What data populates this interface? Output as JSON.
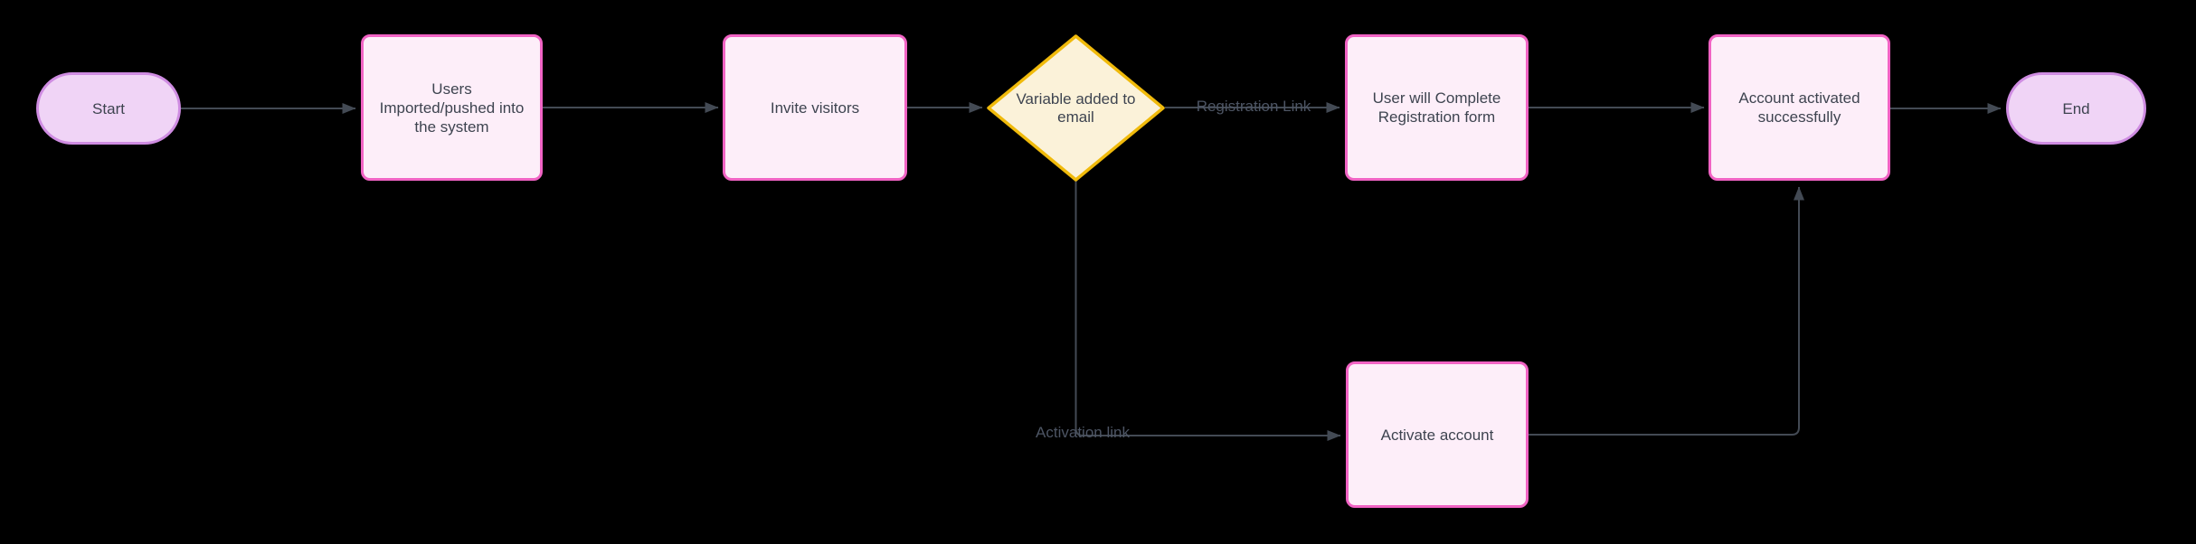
{
  "diagram": {
    "background": "#000000",
    "palette": {
      "process_fill": "#fdeef9",
      "process_stroke": "#f163c4",
      "terminator_fill": "#f0d4f6",
      "terminator_stroke": "#cf8ce2",
      "decision_fill": "#fbf2d9",
      "decision_stroke": "#f0ba0b",
      "connector_color": "#434a54",
      "shape_text_color": "#3e4450",
      "edge_label_color": "#4d5564"
    },
    "nodes": {
      "start": {
        "type": "terminator",
        "label": "Start"
      },
      "users": {
        "type": "process",
        "label": "Users\nImported/pushed into\nthe system"
      },
      "invite": {
        "type": "process",
        "label": "Invite visitors"
      },
      "decision": {
        "type": "decision",
        "label": "Variable added to\nemail"
      },
      "register": {
        "type": "process",
        "label": "User will Complete\nRegistration form"
      },
      "activated": {
        "type": "process",
        "label": "Account activated\nsuccessfully"
      },
      "activate": {
        "type": "process",
        "label": "Activate account"
      },
      "end": {
        "type": "terminator",
        "label": "End"
      }
    },
    "edge_labels": {
      "registration": "Registration Link",
      "activation": "Activation link"
    }
  }
}
